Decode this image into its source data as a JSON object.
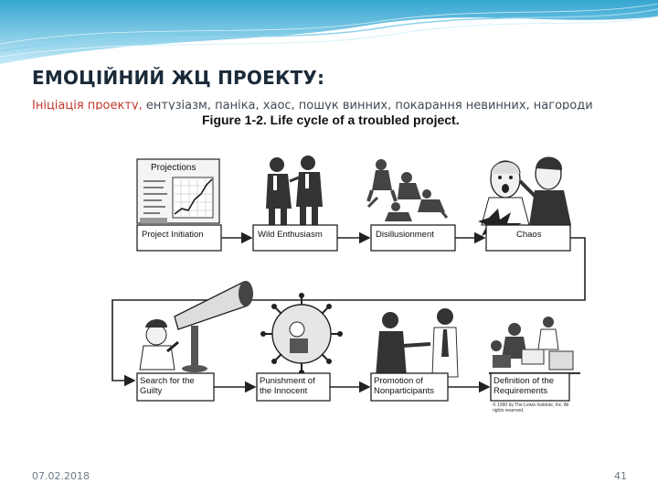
{
  "slide": {
    "title": "ЕМОЦІЙНИЙ ЖЦ ПРОЕКТУ:",
    "subtitle_red": "Ініціація проекту,",
    "subtitle_rest": " ентузіазм, паніка, хаос, пошук винних, покарання невинних, нагороди",
    "date": "07.02.2018",
    "page_number": "41"
  },
  "figure": {
    "title": "Figure 1-2.  Life cycle of a troubled project.",
    "stages": [
      "Project Initiation",
      "Wild Enthusiasm",
      "Disillusionment",
      "Chaos",
      "Search for the Guilty",
      "Punishment of the Innocent",
      "Promotion of Nonparticipants",
      "Definition of the Requirements"
    ],
    "projections_label": "Projections",
    "copyright": "© 1990 by The Lewis Institute, Inc. All rights reserved."
  },
  "colors": {
    "wave": "#29a9d6",
    "title": "#1b2a39",
    "accent": "#c0392b"
  }
}
